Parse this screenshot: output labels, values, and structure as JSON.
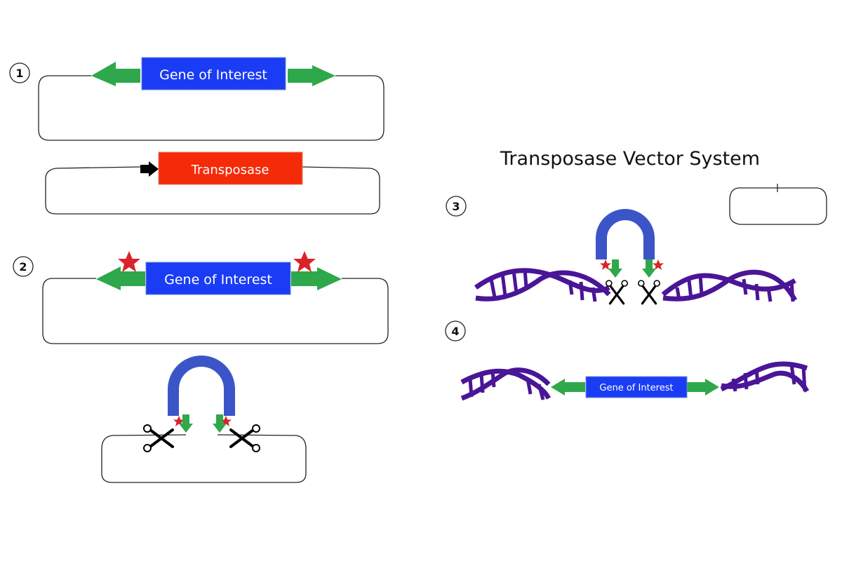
{
  "title": "Transposase Vector System",
  "colors": {
    "gene_box": "#1a3cf5",
    "transposase_box": "#f52a08",
    "flank_arrow": "#2ea84a",
    "star": "#d9232a",
    "transposase_arc": "#3b55c9",
    "dna_helix": "#4a1596",
    "outline": "#222222"
  },
  "steps": [
    {
      "number": "1",
      "gene_label": "Gene of Interest",
      "transposase_label": "Transposase"
    },
    {
      "number": "2",
      "gene_label": "Gene of Interest"
    },
    {
      "number": "3"
    },
    {
      "number": "4",
      "gene_label": "Gene of Interest"
    }
  ]
}
